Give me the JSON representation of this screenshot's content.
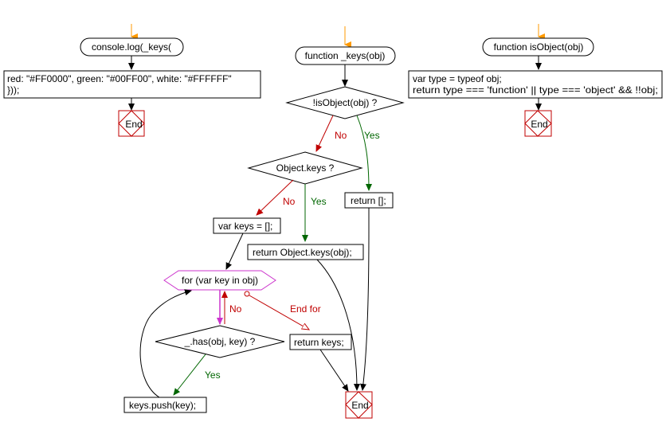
{
  "console_col": {
    "start_label": "console.log(_keys(",
    "statement_line1": "red: \"#FF0000\", green: \"#00FF00\", white: \"#FFFFFF\"",
    "statement_line2": "}));",
    "end_label": "End"
  },
  "keys_fn": {
    "start_label": "function _keys(obj)",
    "decision_isobject": "!isObject(obj) ?",
    "isobject_no": "No",
    "isobject_yes": "Yes",
    "return_empty": "return [];",
    "decision_objectkeys": "Object.keys ?",
    "objectkeys_no": "No",
    "objectkeys_yes": "Yes",
    "var_keys": "var keys = [];",
    "return_objectkeys": "return Object.keys(obj);",
    "loop_label": "for (var key in obj)",
    "loop_no": "No",
    "loop_endfor": "End for",
    "decision_has": "_.has(obj, key) ?",
    "has_yes": "Yes",
    "keys_push": "keys.push(key);",
    "return_keys": "return keys;",
    "end_label": "End"
  },
  "isobject_fn": {
    "start_label": "function isObject(obj)",
    "statement_line1": "var type = typeof obj;",
    "statement_line2": "return type === 'function' || type === 'object' && !!obj;",
    "end_label": "End"
  },
  "colors": {
    "start_arrow": "#FF9900",
    "no_branch": "#C00000",
    "yes_branch": "#006600",
    "loop_shape": "#CC33CC",
    "end_box": "#C00000"
  }
}
